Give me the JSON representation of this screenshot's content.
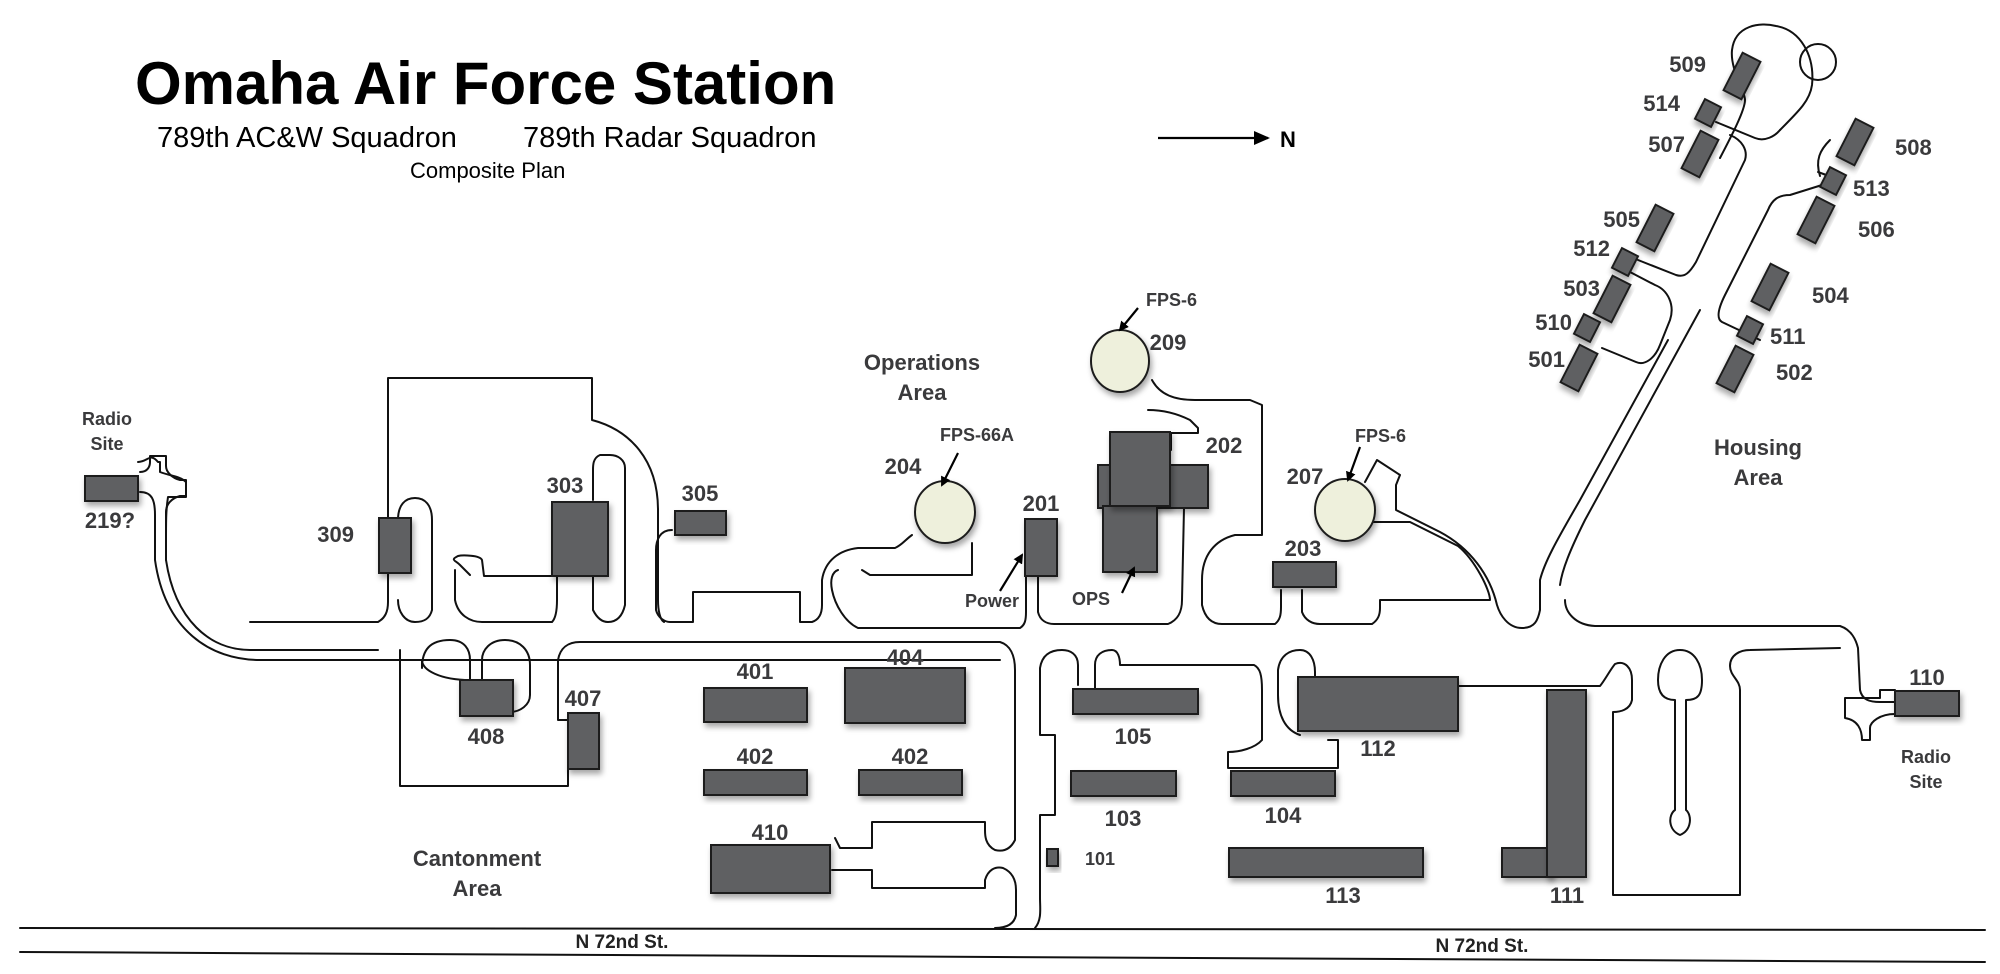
{
  "header": {
    "title": "Omaha Air Force Station",
    "subtitle_left": "789th  AC&W Squadron",
    "subtitle_right": "789th Radar Squadron",
    "plan_label": "Composite Plan"
  },
  "north_arrow": {
    "label": "N"
  },
  "areas": {
    "operations": [
      "Operations",
      "Area"
    ],
    "housing": [
      "Housing",
      "Area"
    ],
    "cantonment": [
      "Cantonment",
      "Area"
    ],
    "radio_site_west": [
      "Radio",
      "Site"
    ],
    "radio_site_east": [
      "Radio",
      "Site"
    ]
  },
  "streets": {
    "south_west": "N 72nd St.",
    "south_east": "N 72nd St."
  },
  "annotations": {
    "fps66a": "FPS-66A",
    "fps6_209": "FPS-6",
    "fps6_207": "FPS-6",
    "power": "Power",
    "ops": "OPS"
  },
  "colors": {
    "building": "#5f6062",
    "radar_dome": "#eef0dc",
    "road_outline": "#111111",
    "label": "#3a3a3c"
  },
  "buildings": [
    {
      "id": "219?",
      "area": "radio-west"
    },
    {
      "id": "309",
      "area": "300s"
    },
    {
      "id": "303",
      "area": "300s"
    },
    {
      "id": "305",
      "area": "300s"
    },
    {
      "id": "204",
      "area": "operations",
      "type": "radar"
    },
    {
      "id": "201",
      "area": "operations"
    },
    {
      "id": "209",
      "area": "operations",
      "type": "radar"
    },
    {
      "id": "202",
      "area": "operations"
    },
    {
      "id": "207",
      "area": "operations",
      "type": "radar"
    },
    {
      "id": "203",
      "area": "operations"
    },
    {
      "id": "408",
      "area": "cantonment"
    },
    {
      "id": "407",
      "area": "cantonment"
    },
    {
      "id": "401",
      "area": "cantonment"
    },
    {
      "id": "404",
      "area": "cantonment"
    },
    {
      "id": "402",
      "area": "cantonment"
    },
    {
      "id": "402",
      "area": "cantonment"
    },
    {
      "id": "410",
      "area": "cantonment"
    },
    {
      "id": "105",
      "area": "100s"
    },
    {
      "id": "103",
      "area": "100s"
    },
    {
      "id": "101",
      "area": "100s"
    },
    {
      "id": "112",
      "area": "100s"
    },
    {
      "id": "104",
      "area": "100s"
    },
    {
      "id": "113",
      "area": "100s"
    },
    {
      "id": "111",
      "area": "100s"
    },
    {
      "id": "110",
      "area": "radio-east"
    },
    {
      "id": "509",
      "area": "housing"
    },
    {
      "id": "514",
      "area": "housing"
    },
    {
      "id": "507",
      "area": "housing"
    },
    {
      "id": "508",
      "area": "housing"
    },
    {
      "id": "513",
      "area": "housing"
    },
    {
      "id": "506",
      "area": "housing"
    },
    {
      "id": "505",
      "area": "housing"
    },
    {
      "id": "512",
      "area": "housing"
    },
    {
      "id": "503",
      "area": "housing"
    },
    {
      "id": "510",
      "area": "housing"
    },
    {
      "id": "501",
      "area": "housing"
    },
    {
      "id": "504",
      "area": "housing"
    },
    {
      "id": "511",
      "area": "housing"
    },
    {
      "id": "502",
      "area": "housing"
    }
  ]
}
